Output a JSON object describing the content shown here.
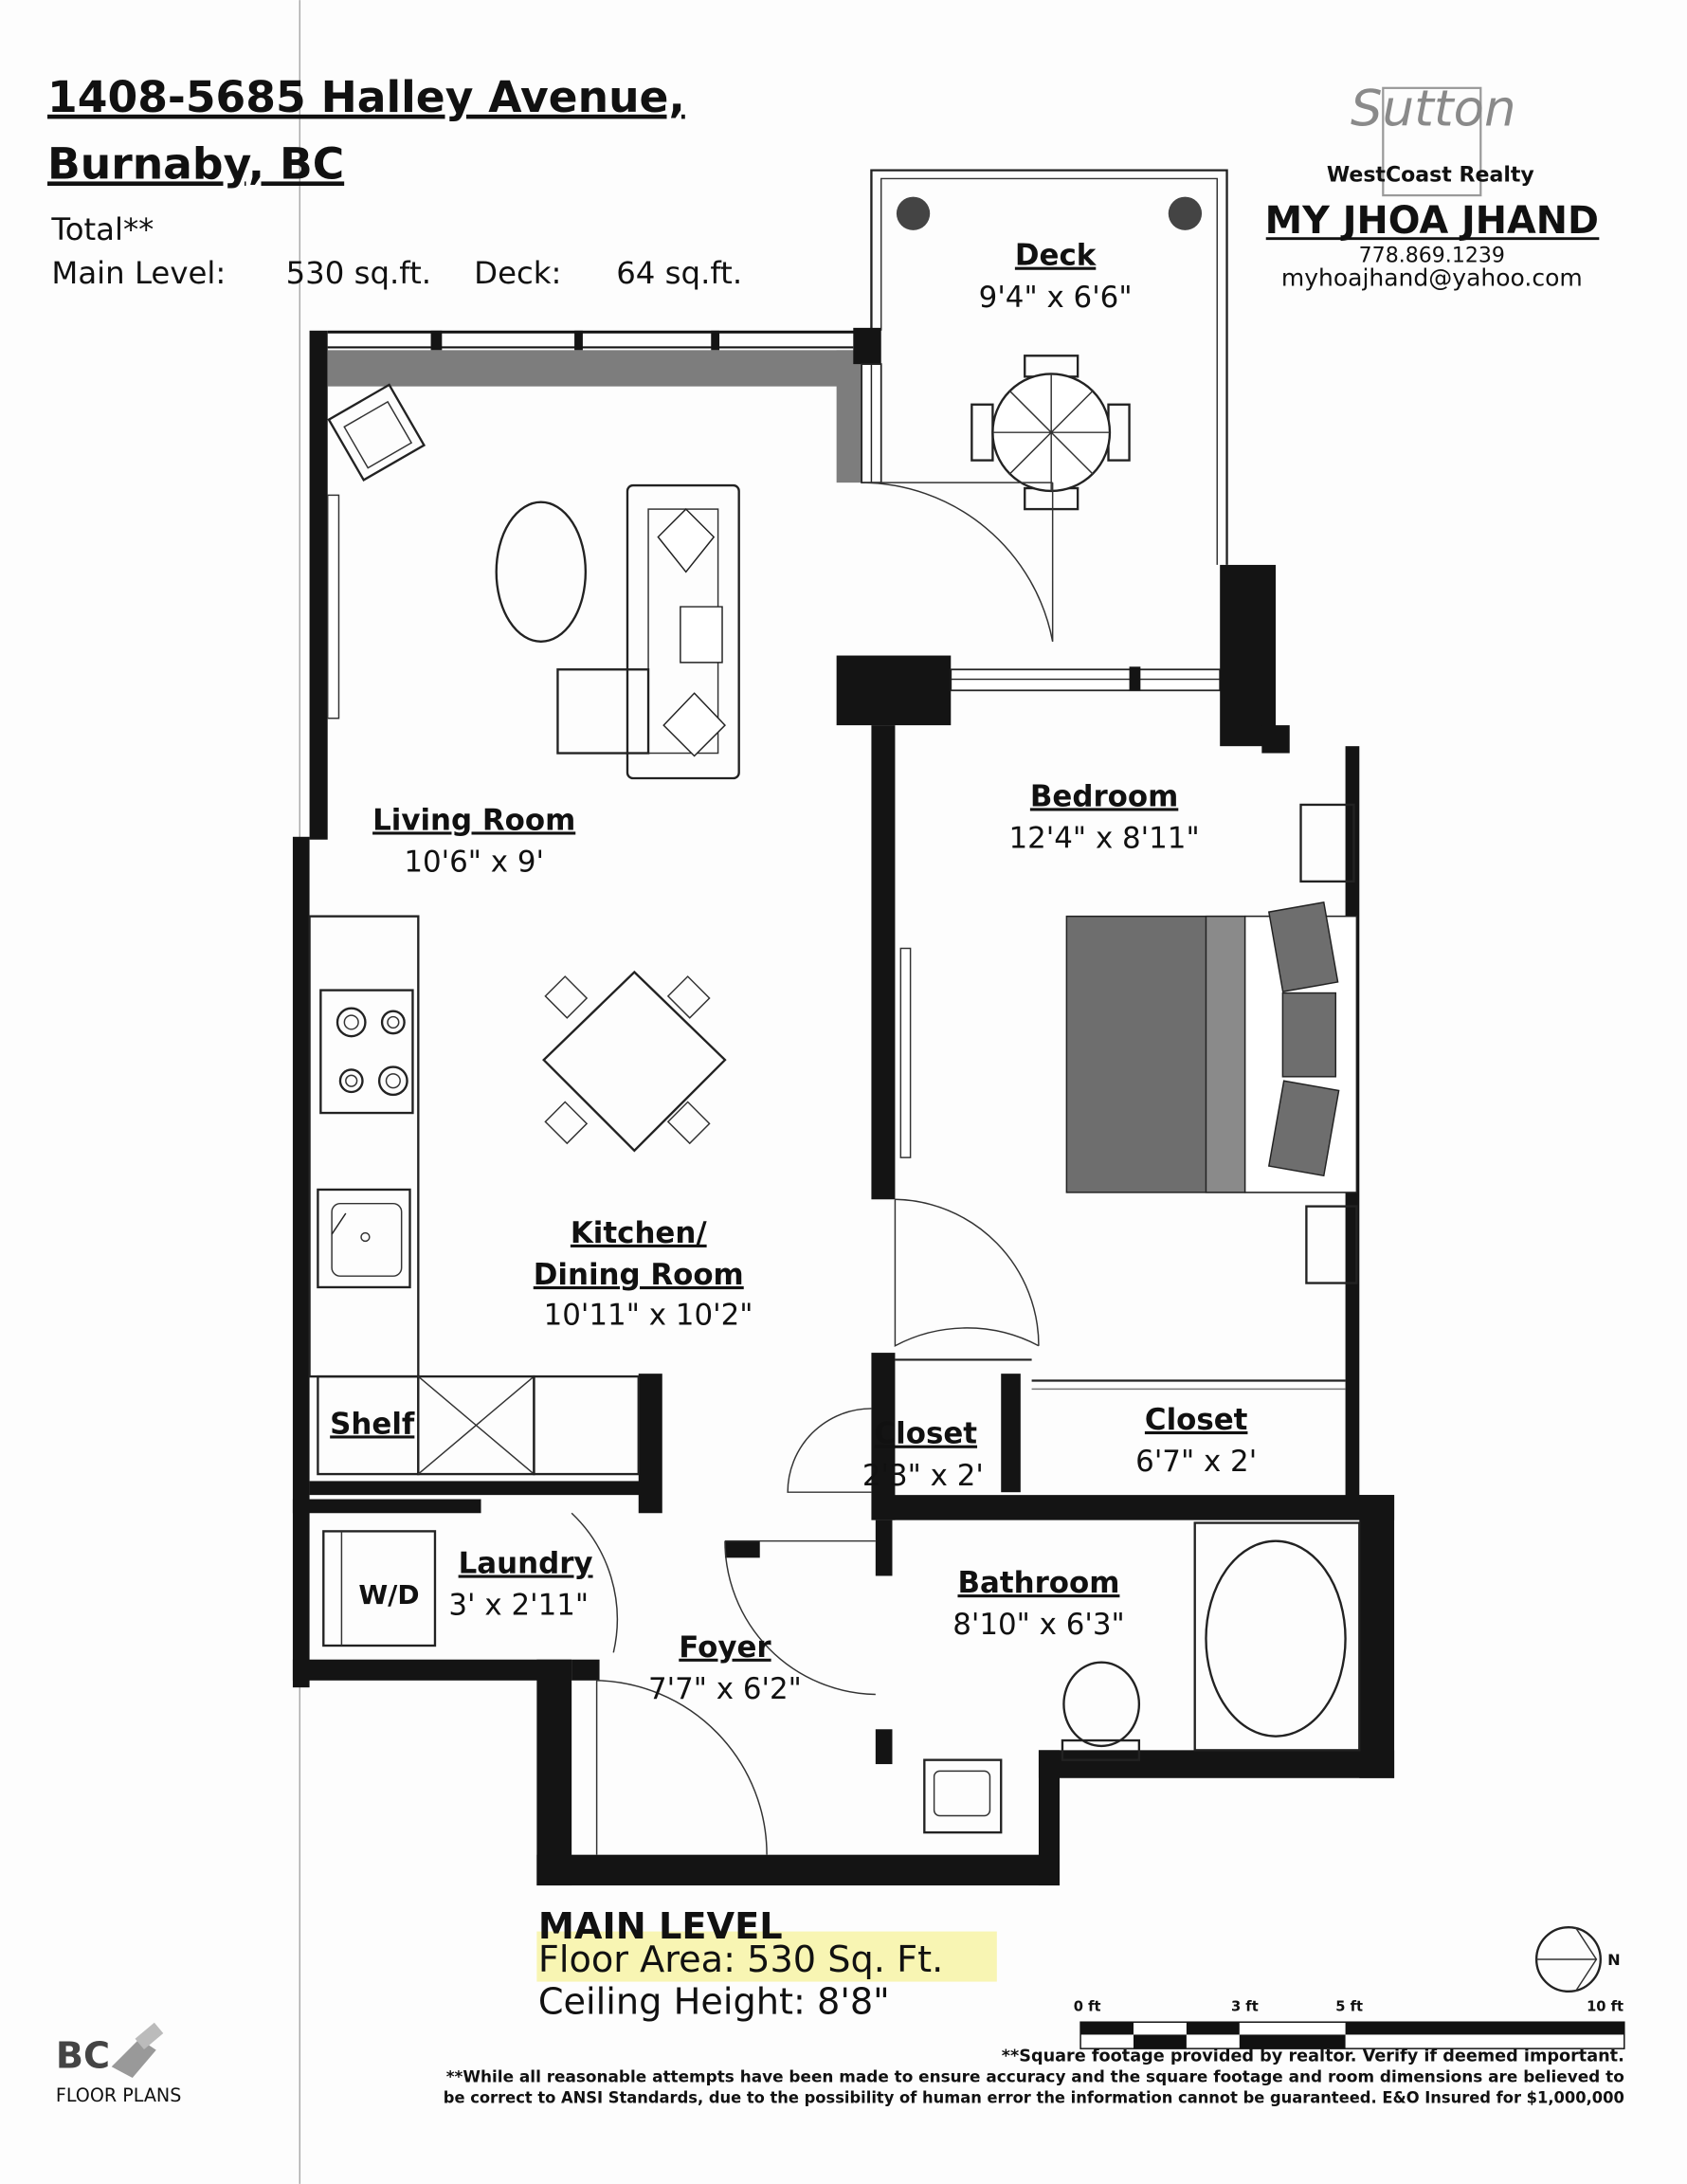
{
  "header": {
    "address_line1": "1408-5685 Halley Avenue,",
    "address_line2": "Burnaby, BC",
    "total_label": "Total**",
    "main_level_label": "Main Level:",
    "main_level_area": "530 sq.ft.",
    "deck_label": "Deck:",
    "deck_area": "64 sq.ft."
  },
  "agent": {
    "brand_logo": "Sutton",
    "brokerage": "WestCoast Realty",
    "name": "MY JHOA JHAND",
    "phone": "778.869.1239",
    "email": "myhoajhand@yahoo.com"
  },
  "rooms": [
    {
      "name": "Deck",
      "dims": "9'4\" x 6'6\""
    },
    {
      "name": "Living Room",
      "dims": "10'6\" x 9'"
    },
    {
      "name": "Bedroom",
      "dims": "12'4\" x 8'11\""
    },
    {
      "name": "Kitchen/",
      "name2": "Dining Room",
      "dims": "10'11\" x 10'2\""
    },
    {
      "name": "Closet",
      "dims": "2'3\" x 2'"
    },
    {
      "name": "Closet",
      "dims": "6'7\" x 2'"
    },
    {
      "name": "Laundry",
      "dims": "3' x 2'11\""
    },
    {
      "name": "Foyer",
      "dims": "7'7\" x 6'2\""
    },
    {
      "name": "Bathroom",
      "dims": "8'10\" x 6'3\""
    },
    {
      "name": "Shelf"
    }
  ],
  "fixtures": {
    "washer_dryer": "W/D"
  },
  "summary": {
    "level": "MAIN LEVEL",
    "floor_area": "Floor Area: 530 Sq. Ft.",
    "ceiling_height": "Ceiling Height: 8'8\"",
    "highlight_color": "#f6f3a0"
  },
  "scale": {
    "ticks": [
      "0 ft",
      "3 ft",
      "5 ft",
      "10 ft"
    ],
    "north_label": "N"
  },
  "footer": {
    "note1": "**Square footage provided by realtor. Verify if deemed important.",
    "note2": "**While all reasonable attempts have been made to ensure accuracy and the square footage and room dimensions are believed to",
    "note3": "be correct to ANSI Standards, due to the possibility of human error the information cannot be guaranteed. E&O Insured for $1,000,000",
    "logo_text": "BC",
    "logo_sub": "FLOOR PLANS"
  }
}
